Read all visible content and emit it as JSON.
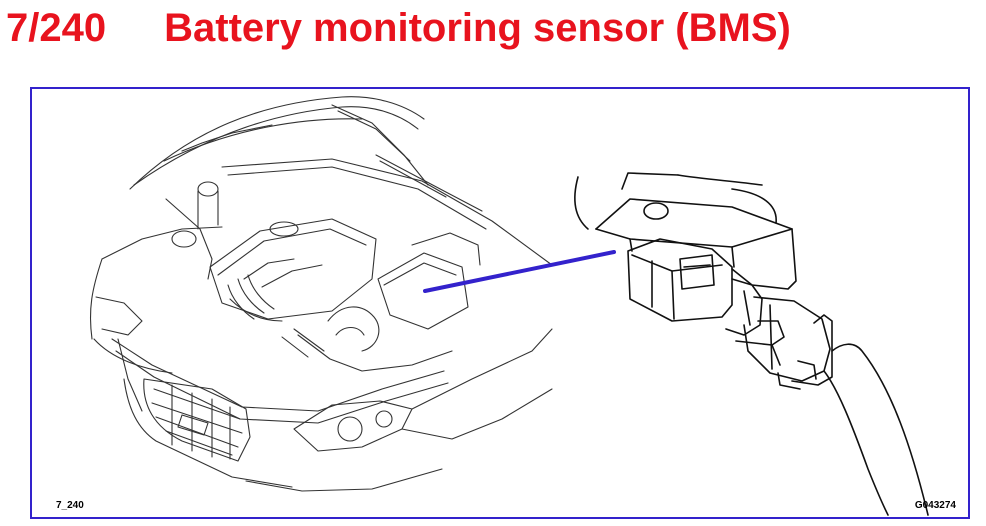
{
  "header": {
    "slide_number": "7/240",
    "title": "Battery monitoring sensor (BMS)"
  },
  "figure": {
    "ref_left": "7_240",
    "ref_right": "G043274",
    "colors": {
      "title": "#e8131e",
      "frame": "#3322cc",
      "pointer_line": "#3322cc",
      "line_art": "#333333"
    }
  }
}
